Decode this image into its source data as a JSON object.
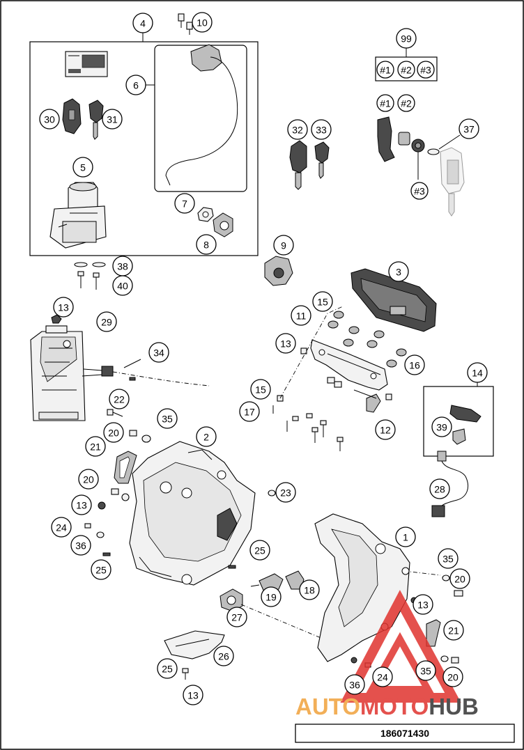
{
  "diagram": {
    "callouts": [
      "1",
      "2",
      "3",
      "4",
      "5",
      "6",
      "7",
      "8",
      "9",
      "10",
      "11",
      "12",
      "13",
      "14",
      "15",
      "16",
      "17",
      "18",
      "19",
      "20",
      "21",
      "22",
      "23",
      "24",
      "25",
      "26",
      "27",
      "28",
      "29",
      "30",
      "31",
      "32",
      "33",
      "34",
      "35",
      "36",
      "37",
      "38",
      "39",
      "40",
      "99"
    ],
    "variant_labels": [
      "#1",
      "#2",
      "#3"
    ]
  },
  "footer": {
    "code": "186071430"
  },
  "watermark": {
    "part1": "AUTO",
    "part2": "MOTO",
    "part3": "HUB",
    "color_red": "#e0332e",
    "color_orange": "#f0a23c",
    "color_dark": "#333333"
  },
  "colors": {
    "line": "#000000",
    "background": "#ffffff"
  }
}
